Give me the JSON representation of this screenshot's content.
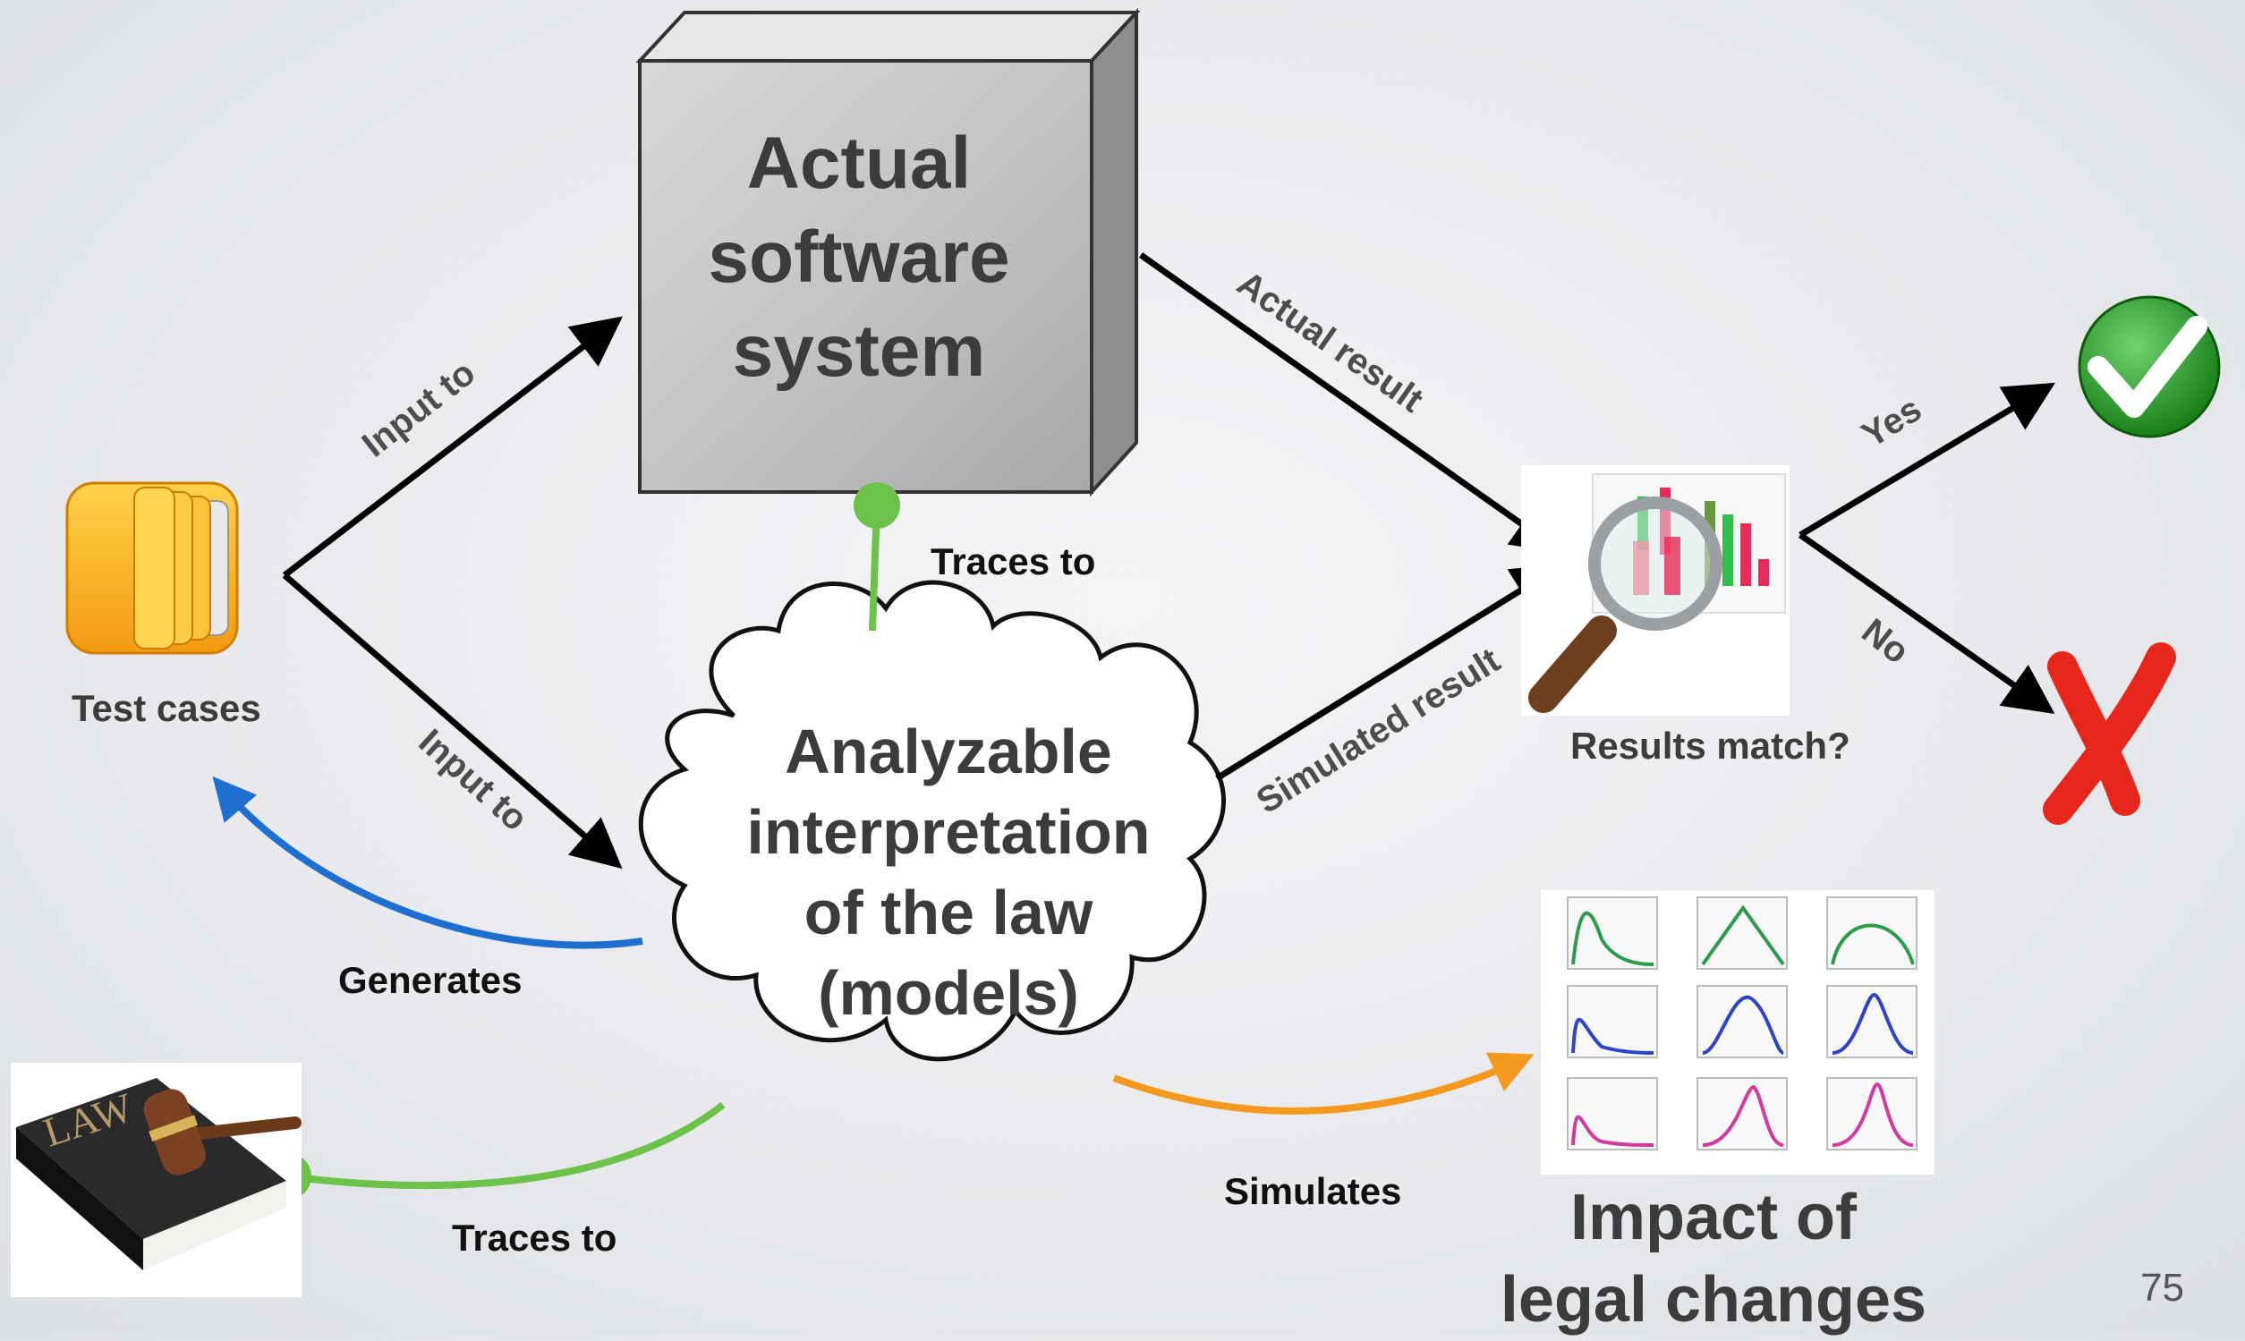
{
  "nodes": {
    "software_system": "Actual software system",
    "law_model": "Analyzable interpretation of the law (models)",
    "results_match": "Results match?",
    "test_cases": "Test cases",
    "law_book_text": "LAW",
    "impact": "Impact of legal changes"
  },
  "edges": {
    "input_to_top": "Input to",
    "input_to_bottom": "Input to",
    "traces_to_top": "Traces to",
    "traces_to_bottom": "Traces to",
    "actual_result": "Actual result",
    "simulated_result": "Simulated result",
    "yes": "Yes",
    "no": "No",
    "generates": "Generates",
    "simulates": "Simulates"
  },
  "page_number": "75",
  "colors": {
    "blue_arrow": "#1f6fd1",
    "green_link": "#6cc24a",
    "orange_arrow": "#f39a1e",
    "check_green": "#2e9b2e",
    "cross_red": "#e8261b"
  }
}
